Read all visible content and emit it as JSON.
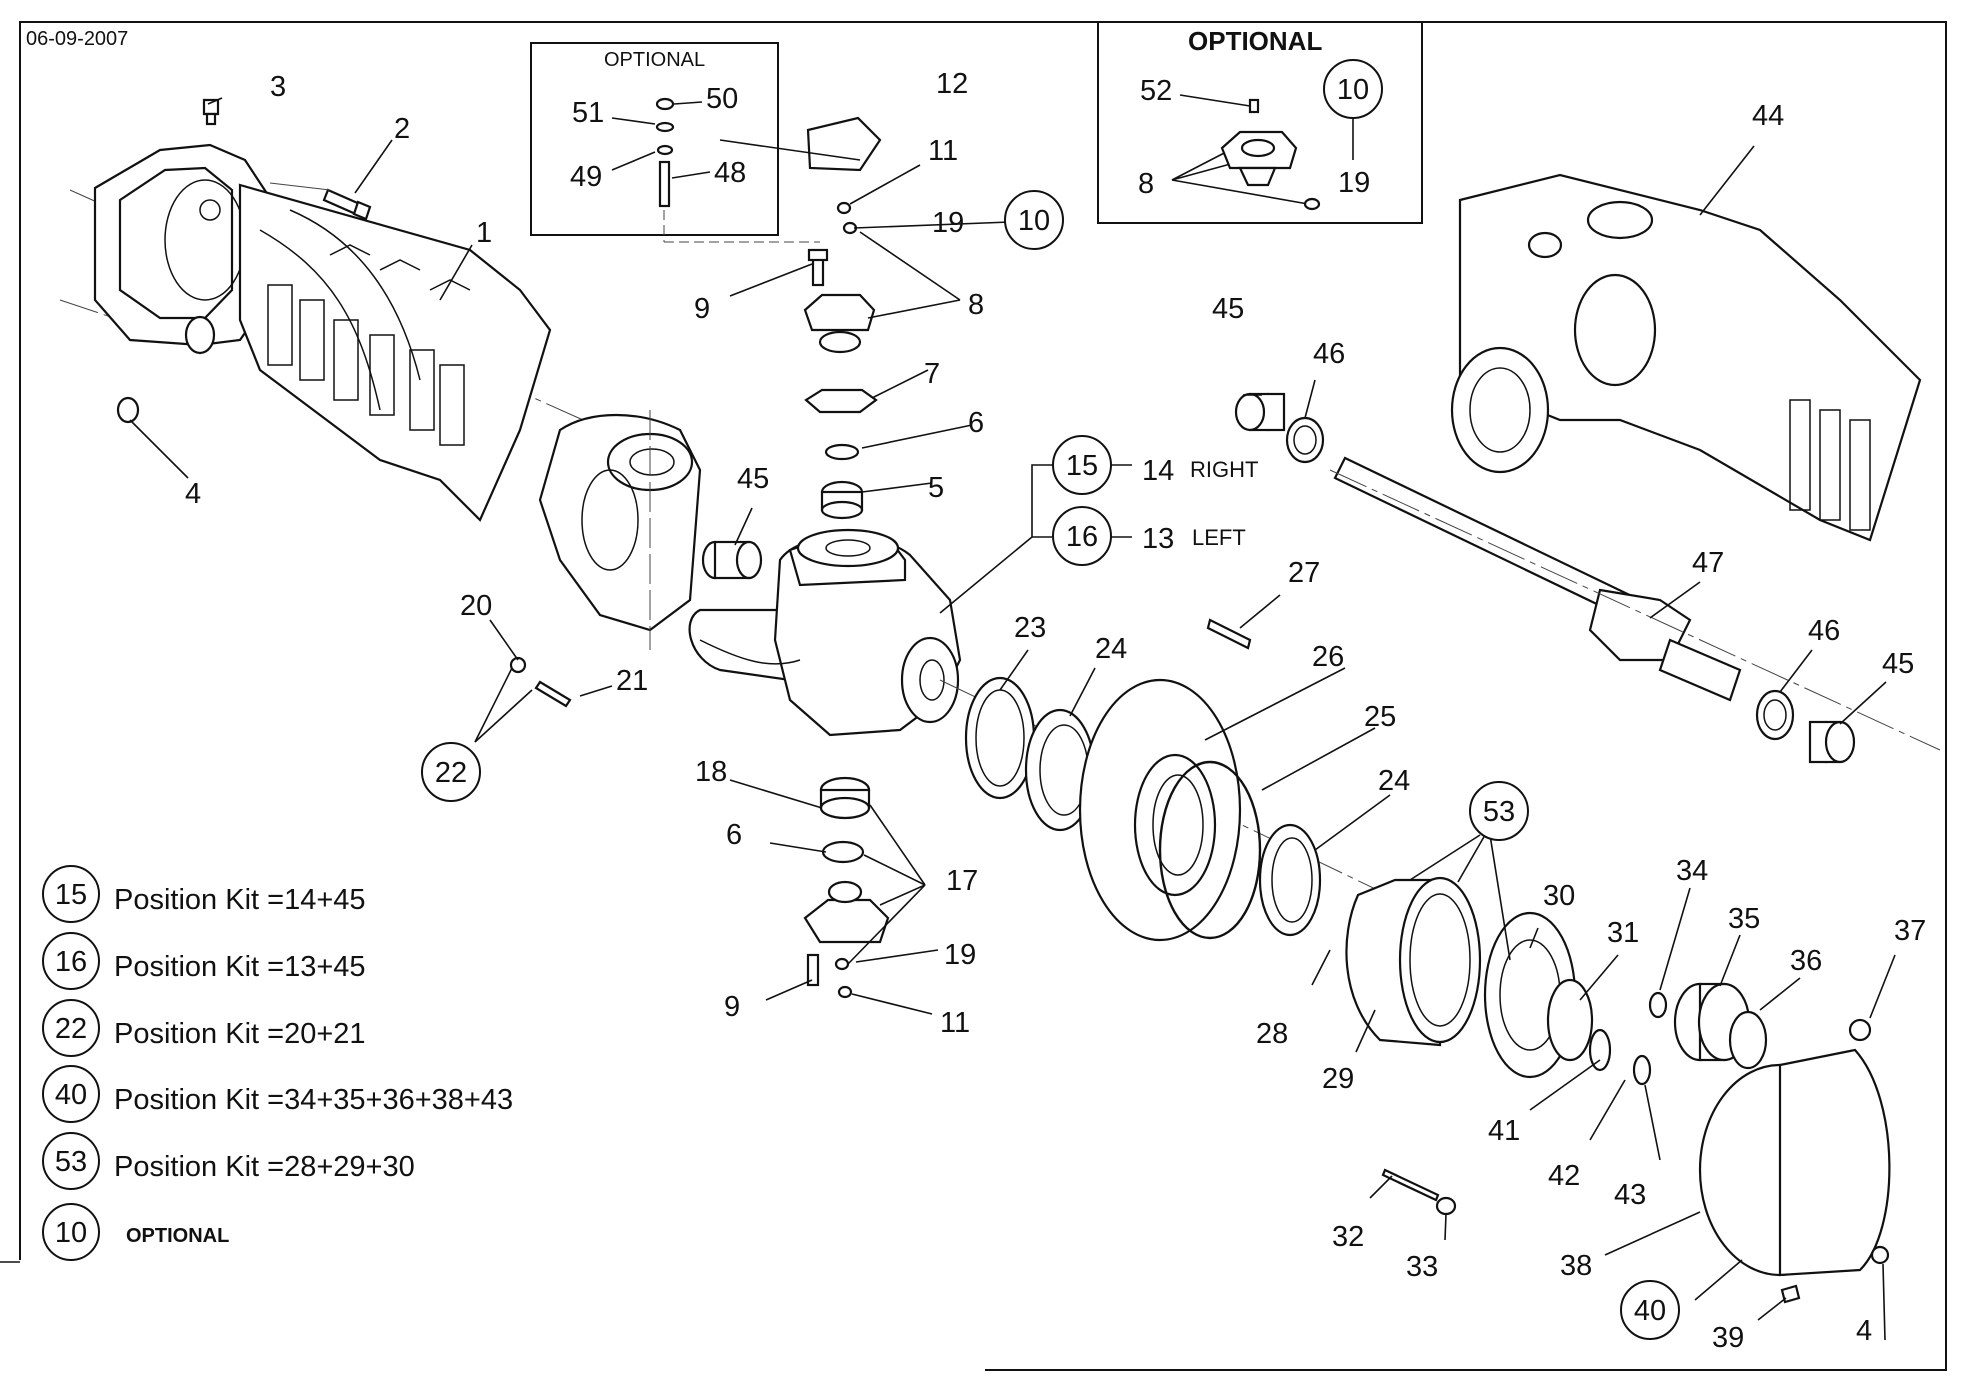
{
  "date": "06-09-2007",
  "optional_box_left": {
    "title": "OPTIONAL",
    "labels": [
      "51",
      "50",
      "49",
      "48"
    ]
  },
  "optional_box_right": {
    "title": "OPTIONAL",
    "labels": [
      "52",
      "8",
      "19"
    ],
    "circled": "10"
  },
  "callouts": {
    "c1": "1",
    "c2": "2",
    "c3": "3",
    "c4a": "4",
    "c4b": "4",
    "c5": "5",
    "c6a": "6",
    "c6b": "6",
    "c7": "7",
    "c8": "8",
    "c9a": "9",
    "c9b": "9",
    "c11a": "11",
    "c11b": "11",
    "c12": "12",
    "c14": "14",
    "c13": "13",
    "c17": "17",
    "c18": "18",
    "c19a": "19",
    "c19b": "19",
    "c20": "20",
    "c21": "21",
    "c23": "23",
    "c24a": "24",
    "c24b": "24",
    "c25": "25",
    "c26": "26",
    "c27": "27",
    "c28": "28",
    "c29": "29",
    "c30": "30",
    "c31": "31",
    "c32": "32",
    "c33": "33",
    "c34": "34",
    "c35": "35",
    "c36": "36",
    "c37": "37",
    "c38": "38",
    "c39": "39",
    "c41": "41",
    "c42": "42",
    "c43": "43",
    "c44": "44",
    "c45a": "45",
    "c45b": "45",
    "c45c": "45",
    "c46a": "46",
    "c46b": "46",
    "c47": "47"
  },
  "circled": {
    "k10a": "10",
    "k15": "15",
    "k16": "16",
    "k22": "22",
    "k53": "53",
    "k40": "40"
  },
  "side_labels": {
    "right": "RIGHT",
    "left": "LEFT"
  },
  "legend": [
    {
      "kit": "15",
      "text": "Position Kit =14+45"
    },
    {
      "kit": "16",
      "text": "Position Kit =13+45"
    },
    {
      "kit": "22",
      "text": "Position Kit =20+21"
    },
    {
      "kit": "40",
      "text": "Position Kit =34+35+36+38+43"
    },
    {
      "kit": "53",
      "text": "Position Kit =28+29+30"
    },
    {
      "kit": "10",
      "text": "OPTIONAL"
    }
  ]
}
